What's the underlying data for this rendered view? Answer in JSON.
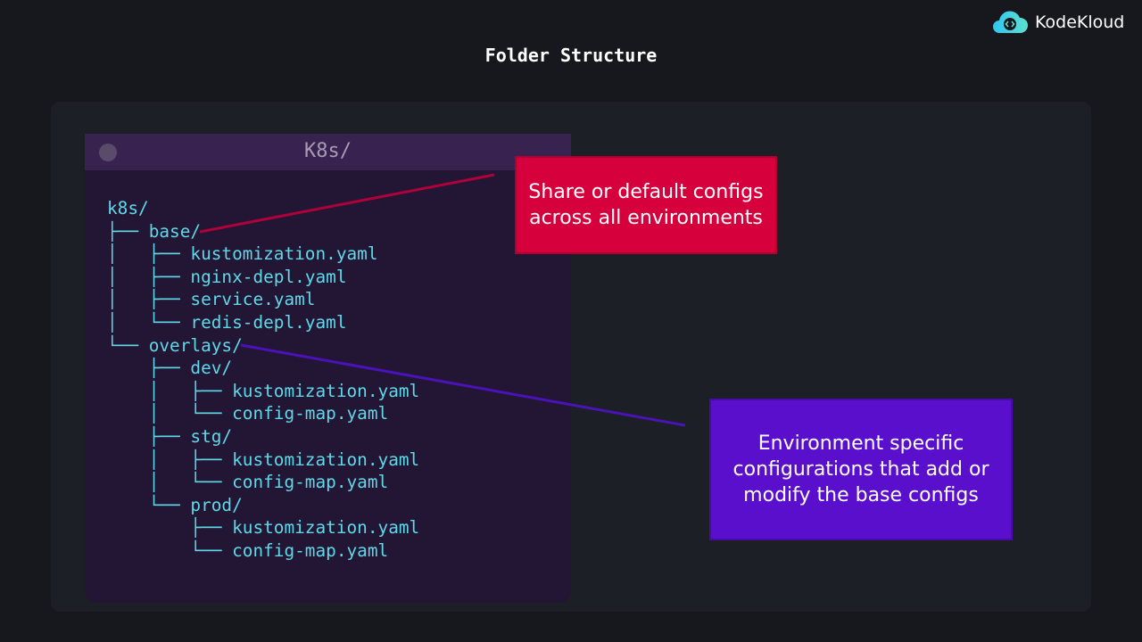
{
  "title": "Folder Structure",
  "brand": {
    "name": "KodeKloud",
    "icon": "cloud-code-icon"
  },
  "window": {
    "title": "K8s/"
  },
  "tree": [
    "k8s/",
    "├── base/",
    "│   ├── kustomization.yaml",
    "│   ├── nginx-depl.yaml",
    "│   ├── service.yaml",
    "│   └── redis-depl.yaml",
    "└── overlays/",
    "    ├── dev/",
    "    │   ├── kustomization.yaml",
    "    │   └── config-map.yaml",
    "    ├── stg/",
    "    │   ├── kustomization.yaml",
    "    │   └── config-map.yaml",
    "    └── prod/",
    "        ├── kustomization.yaml",
    "        └── config-map.yaml"
  ],
  "callouts": {
    "base": {
      "text": "Share or default configs across all environments",
      "color": "#d6003c"
    },
    "overlays": {
      "text": "Environment specific configurations that add or modify the base configs",
      "color": "#5a0fcc"
    }
  }
}
